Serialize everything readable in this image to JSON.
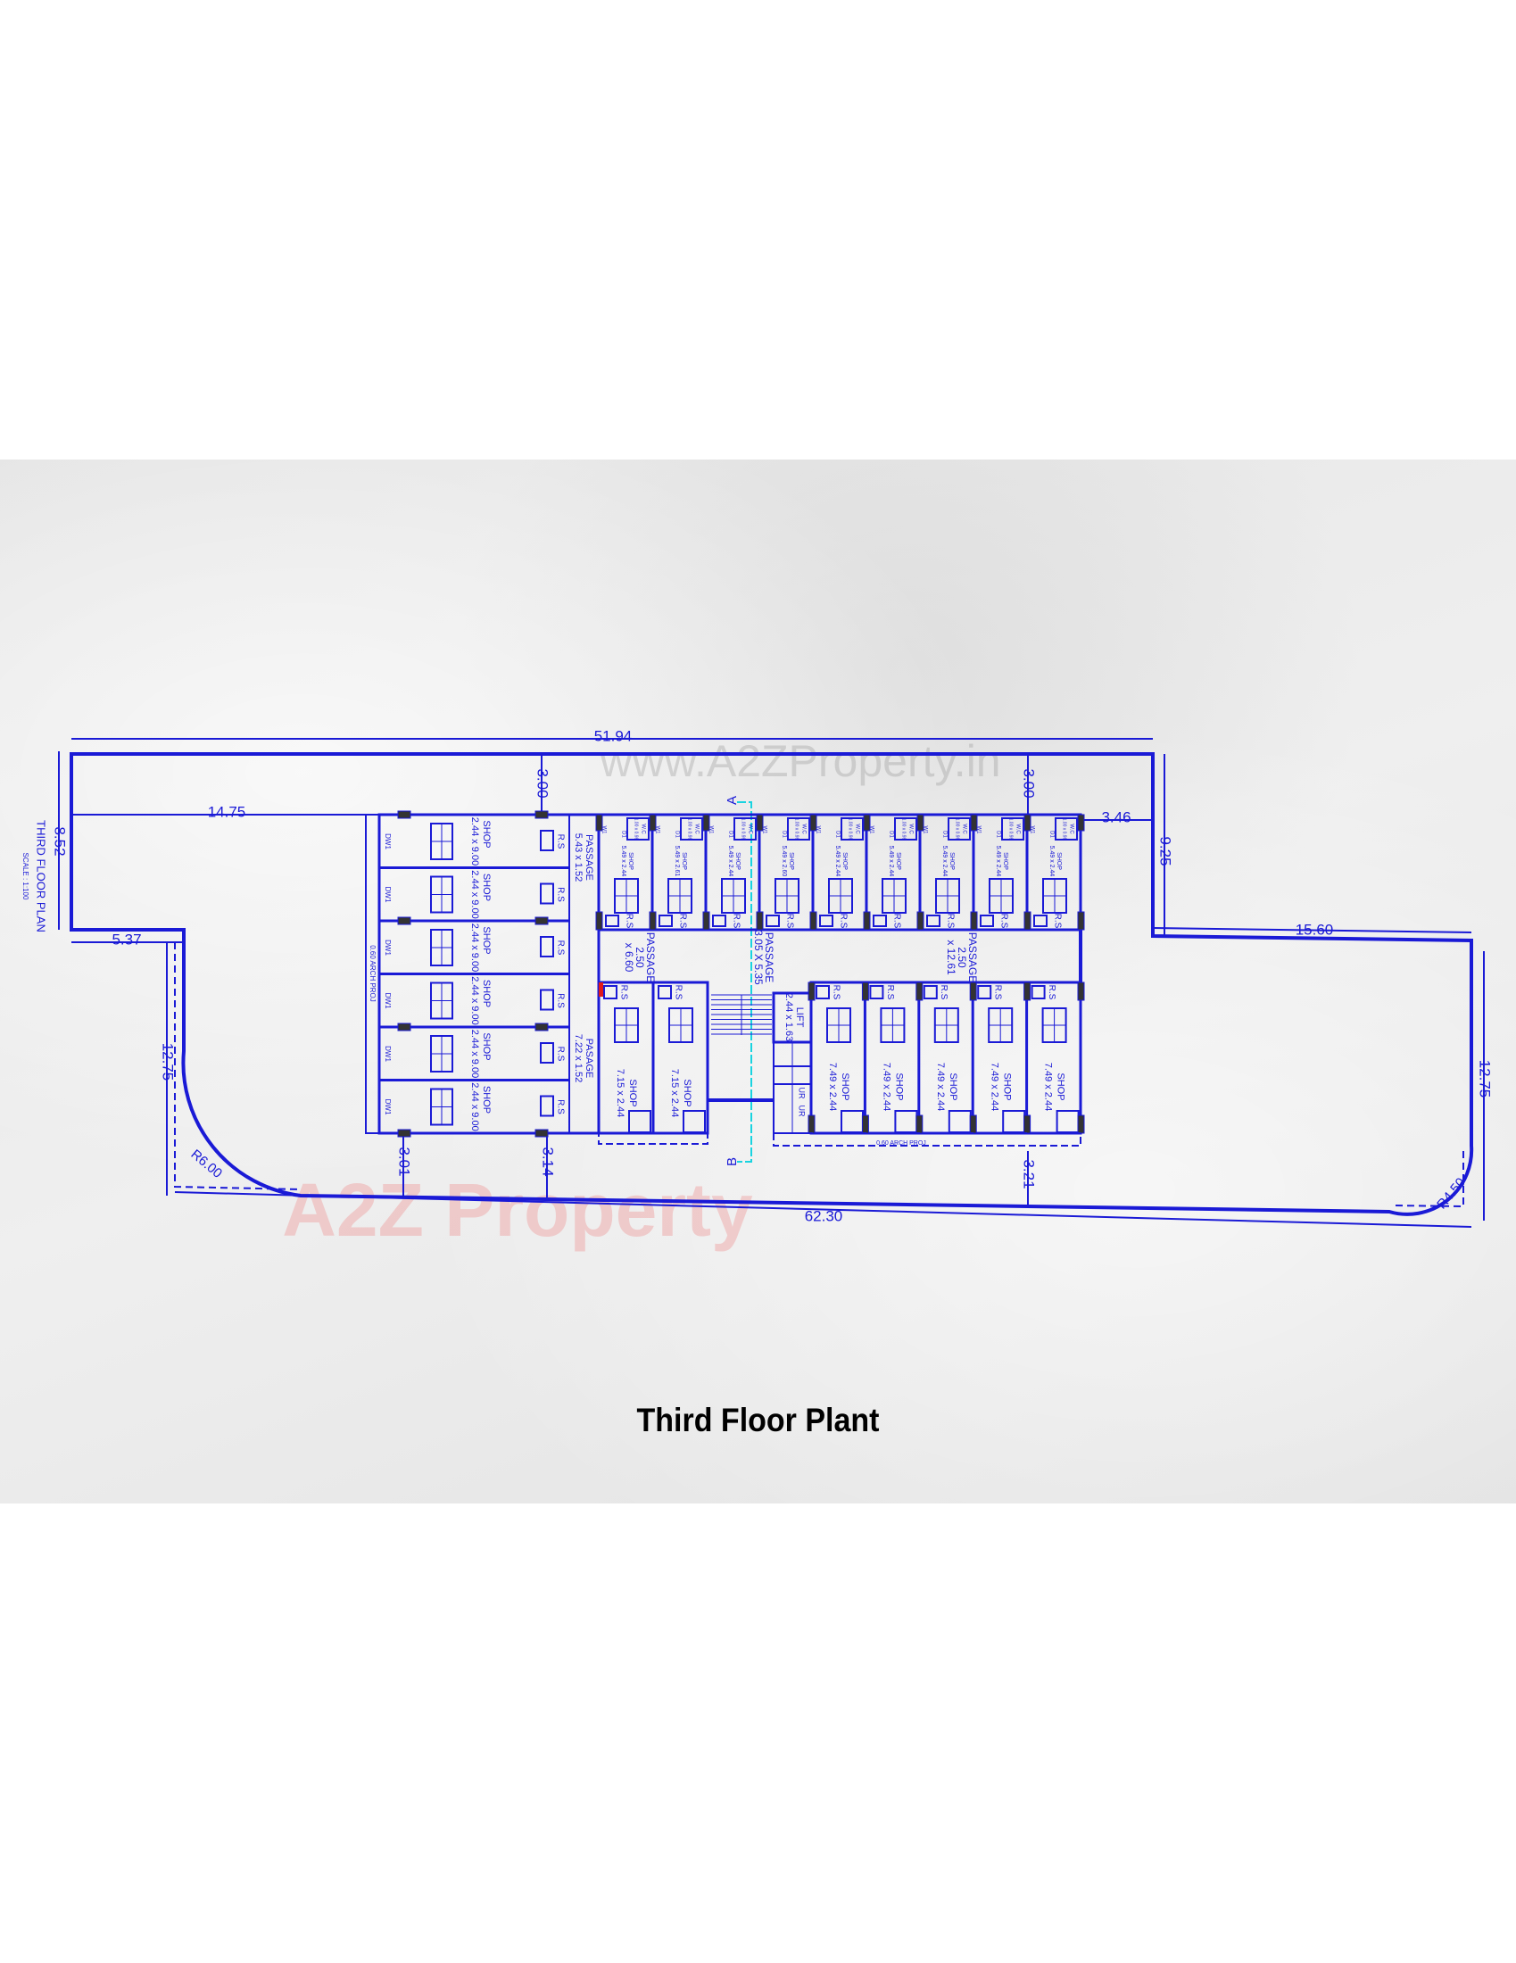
{
  "title": "Third Floor Plant",
  "plan_label": "THIRD FLOOR PLAN",
  "scale_label": "SCALE : 1:100",
  "watermark_url": "www.A2ZProperty.in",
  "watermark_logo": "A2Z Property",
  "colors": {
    "line": "#1a1ad6",
    "section_line": "#19d3e0",
    "section_mark": "#e01a1a",
    "title": "#000000"
  },
  "dimensions": {
    "top_width": "51.94",
    "left_top_height": "8.52",
    "left_offset": "14.75",
    "left_step": "5.37",
    "left_lower_height": "12.75",
    "left_radius": "R6.00",
    "top_setback_left": "3.00",
    "top_setback_right": "3.00",
    "right_offset": "3.46",
    "right_upper_height": "9.25",
    "right_step": "15.60",
    "right_lower_height": "12.75",
    "right_radius": "R4.50",
    "bottom_setback_1": "3.01",
    "bottom_setback_2": "3.14",
    "bottom_setback_3": "3.21",
    "bottom_width": "62.30"
  },
  "section": {
    "start": "A",
    "end": "B"
  },
  "left_block": {
    "shops": [
      {
        "name": "SHOP",
        "size": "2.44 x 9.00"
      },
      {
        "name": "SHOP",
        "size": "2.44 x 9.00"
      },
      {
        "name": "SHOP",
        "size": "2.44 x 9.00"
      },
      {
        "name": "SHOP",
        "size": "2.44 x 9.00"
      },
      {
        "name": "SHOP",
        "size": "2.44 x 9.00"
      },
      {
        "name": "SHOP",
        "size": "2.44 x 9.00"
      }
    ],
    "rs": "R.S",
    "door": "DW1",
    "projection": "0.60 ARCH PROJ",
    "passage_top": {
      "name": "PASSAGE",
      "size": "5.43 x 1.52"
    },
    "passage_bottom": {
      "name": "PASAGE",
      "size": "7.22 x 1.52"
    }
  },
  "upper_row": {
    "shops": [
      {
        "name": "SHOP",
        "size": "5.49 x 2.44"
      },
      {
        "name": "SHOP",
        "size": "5.49 x 2.61"
      },
      {
        "name": "SHOP",
        "size": "5.49 x 2.44"
      },
      {
        "name": "SHOP",
        "size": "5.49 x 2.60"
      },
      {
        "name": "SHOP",
        "size": "5.49 x 2.44"
      },
      {
        "name": "SHOP",
        "size": "5.49 x 2.44"
      },
      {
        "name": "SHOP",
        "size": "5.49 x 2.44"
      },
      {
        "name": "SHOP",
        "size": "5.49 x 2.44"
      },
      {
        "name": "SHOP",
        "size": "5.49 x 2.44"
      }
    ],
    "rs": "R.S",
    "window": "W1",
    "door": "D1",
    "wc": "W.C",
    "wc_size": "1.00 x 0.98"
  },
  "passages": [
    {
      "name": "PASSAGE",
      "size": "2.50",
      "extra": "x 6.60"
    },
    {
      "name": "PASSAGE",
      "size": "3.05 X 5.35",
      "extra": ""
    },
    {
      "name": "PASSAGE",
      "size": "2.50",
      "extra": "x 12.61"
    }
  ],
  "lower_left": {
    "shops": [
      {
        "name": "SHOP",
        "size": "7.15 x 2.44"
      },
      {
        "name": "SHOP",
        "size": "7.15 x 2.44"
      }
    ]
  },
  "lower_right": {
    "shops": [
      {
        "name": "SHOP",
        "size": "7.49 x 2.44"
      },
      {
        "name": "SHOP",
        "size": "7.49 x 2.44"
      },
      {
        "name": "SHOP",
        "size": "7.49 x 2.44"
      },
      {
        "name": "SHOP",
        "size": "7.49 x 2.44"
      },
      {
        "name": "SHOP",
        "size": "7.49 x 2.44"
      }
    ],
    "projection": "0.60 ARCH PROJ"
  },
  "lift": {
    "name": "LIFT",
    "size": "2.44 x 1.63"
  },
  "urinal": "UR"
}
